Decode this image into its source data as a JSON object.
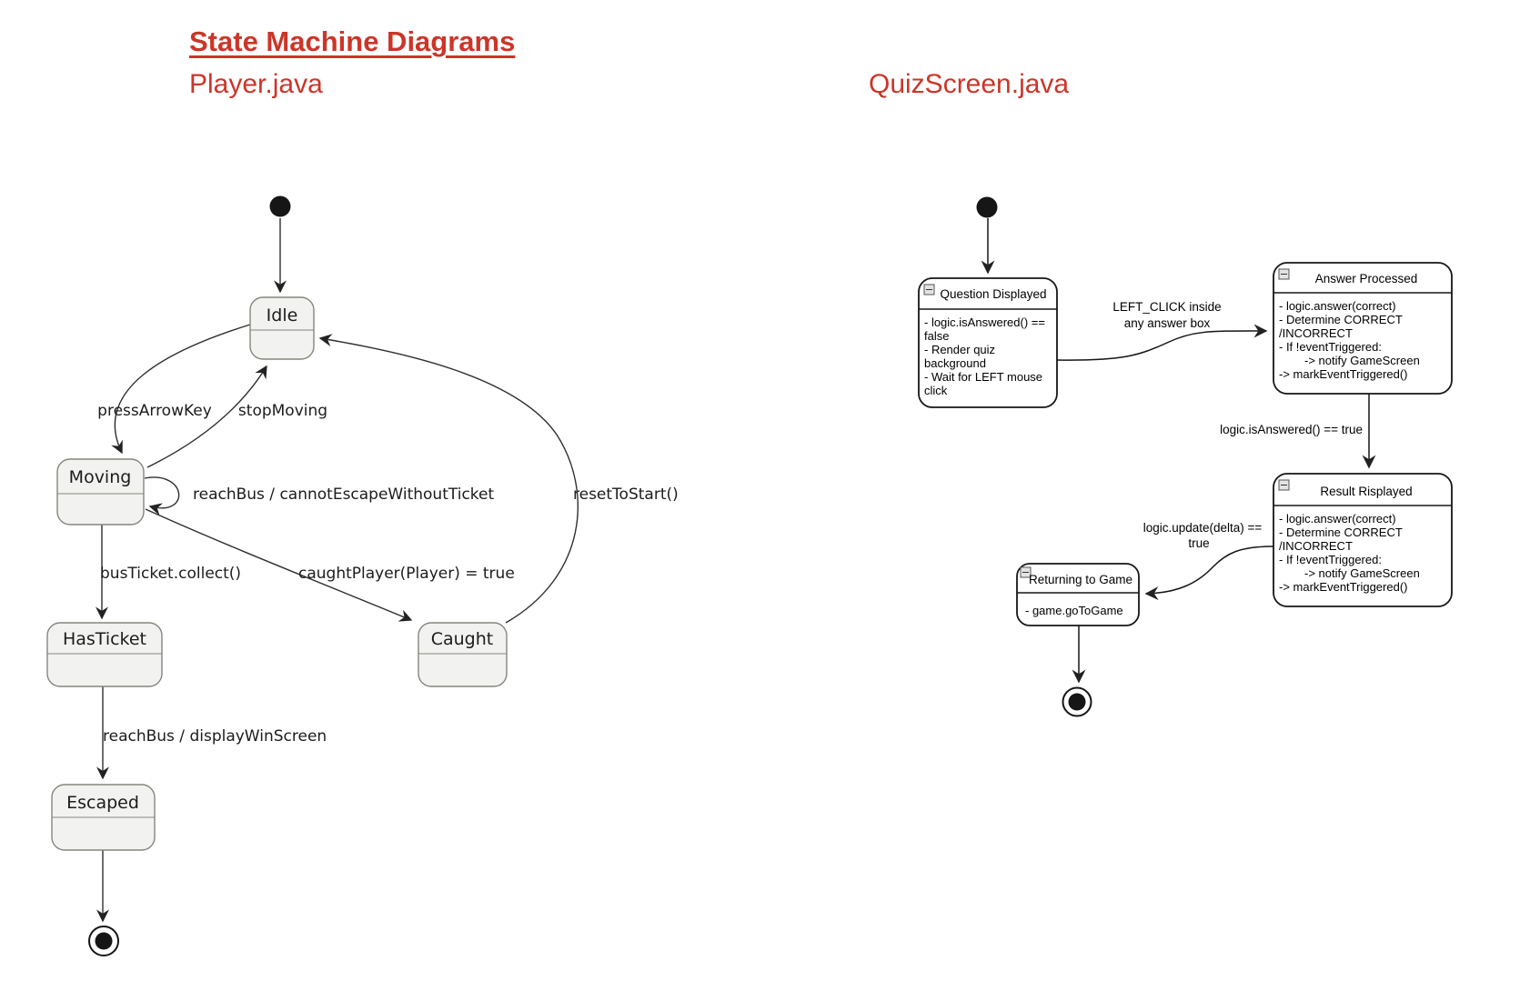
{
  "header": {
    "title": "State Machine Diagrams",
    "left_subtitle": "Player.java",
    "right_subtitle": "QuizScreen.java",
    "accent_color": "#cb3629"
  },
  "player_diagram": {
    "states": {
      "idle": {
        "label": "Idle"
      },
      "moving": {
        "label": "Moving"
      },
      "hasticket": {
        "label": "HasTicket"
      },
      "caught": {
        "label": "Caught"
      },
      "escaped": {
        "label": "Escaped"
      }
    },
    "transitions": {
      "press_arrow_key": "pressArrowKey",
      "stop_moving": "stopMoving",
      "reach_bus_loop": "reachBus / cannotEscapeWithoutTicket",
      "reset_to_start": "resetToStart()",
      "bus_ticket_collect": "busTicket.collect()",
      "caught_player": "caughtPlayer(Player) = true",
      "reach_bus_win": "reachBus / displayWinScreen"
    }
  },
  "quiz_diagram": {
    "states": {
      "question_displayed": {
        "title": "Question Displayed",
        "body": [
          "- logic.isAnswered() ==",
          "false",
          "- Render quiz",
          "background",
          "- Wait for LEFT mouse",
          "click"
        ]
      },
      "answer_processed": {
        "title": "Answer Processed",
        "body": [
          "- logic.answer(correct)",
          "- Determine CORRECT",
          "/INCORRECT",
          "- If !eventTriggered:",
          "-> notify GameScreen",
          "-> markEventTriggered()"
        ]
      },
      "result_risplayed": {
        "title": "Result Risplayed",
        "body": [
          "- logic.answer(correct)",
          "- Determine CORRECT",
          "/INCORRECT",
          "- If !eventTriggered:",
          "-> notify GameScreen",
          "-> markEventTriggered()"
        ]
      },
      "returning_to_game": {
        "title": "Returning to Game",
        "body": [
          "- game.goToGame"
        ]
      }
    },
    "transitions": {
      "left_click_line1": "LEFT_CLICK inside",
      "left_click_line2": "any answer box",
      "is_answered_true": "logic.isAnswered() == true",
      "update_delta_line1": "logic.update(delta) ==",
      "update_delta_line2": "true"
    }
  }
}
